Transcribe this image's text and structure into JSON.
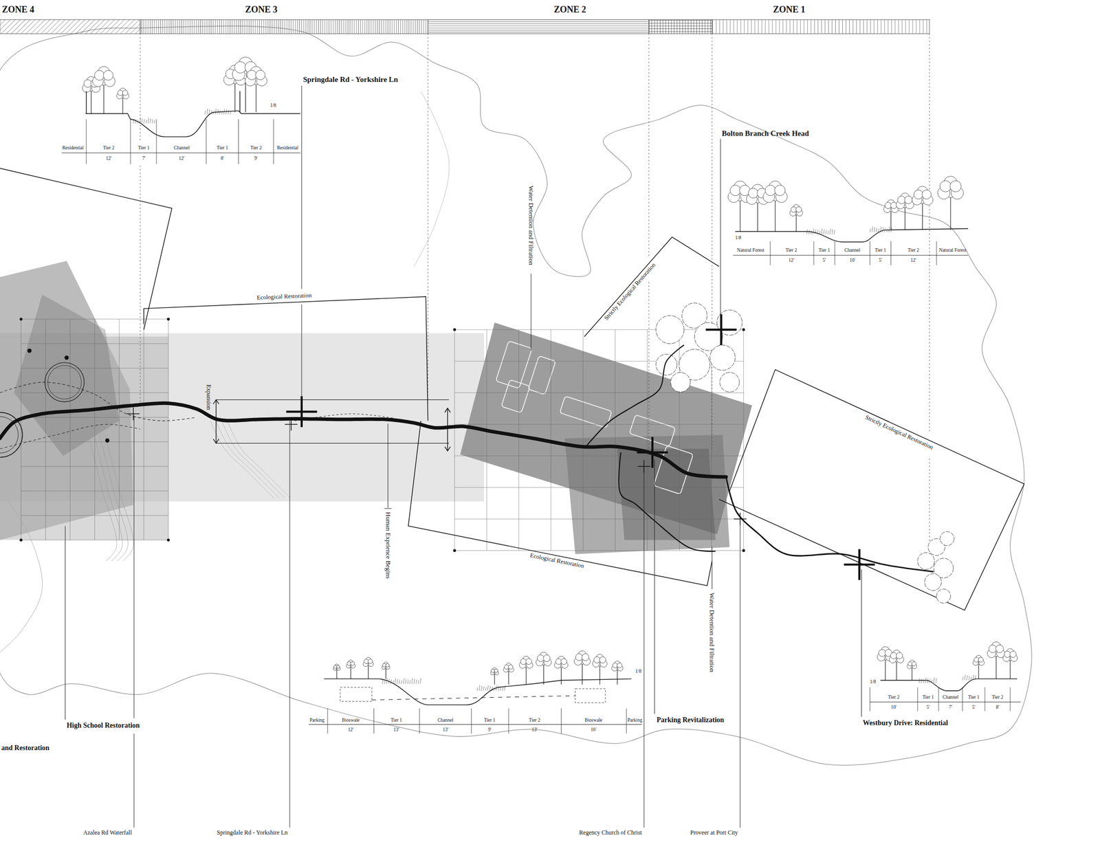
{
  "diagram": {
    "nodes": [
      {
        "text": [
          "ZONE 4"
        ]
      },
      {
        "text": [
          "ZONE 3"
        ]
      },
      {
        "text": [
          "ZONE 2"
        ]
      },
      {
        "text": [
          "ZONE 1"
        ]
      }
    ],
    "labels": [
      "Springdale Rd - Yorkshire Ln",
      "Residential",
      "Tier 2",
      "Tier 1",
      "Channel",
      "Tier 1",
      "Tier 2",
      "Residential",
      "12'",
      "7'",
      "12'",
      "8'",
      "9'",
      "1/8",
      "Bolton Branch Creek Head",
      "1/8",
      "Natural Forest",
      "Tier 2",
      "Tier 1",
      "Channel",
      "Tier 1",
      "Tier 2",
      "Natural Forest",
      "12'",
      "5'",
      "10'",
      "5'",
      "12'",
      "Water Detention and Filtration",
      "Strictly Ecological Restoration",
      "Ecological Restoration",
      "Strictly Ecological Restoration",
      "Expansion",
      "Human Exprience Begins",
      "Ecological Restoration",
      "Water Detention and Filtration",
      "1/8",
      "Parking",
      "Bioswale",
      "Tier 1",
      "Channel",
      "Tier 1",
      "Tier 2",
      "Bioswale",
      "Parking",
      "12'",
      "13'",
      "13'",
      "9'",
      "13'",
      "16'",
      "Parking Revitalization",
      "1/8",
      "Tier 2",
      "Tier 1",
      "Channel",
      "Tier 1",
      "Tier 2",
      "10'",
      "5'",
      "7'",
      "5'",
      "8'",
      "Westbury Drive: Residential",
      "High School Restoration",
      "and Restoration",
      "Azalea Rd Waterfall",
      "Springdale Rd - Yorkshire Ln",
      "Regency Church of Christ",
      "Proveer at Port City"
    ]
  }
}
